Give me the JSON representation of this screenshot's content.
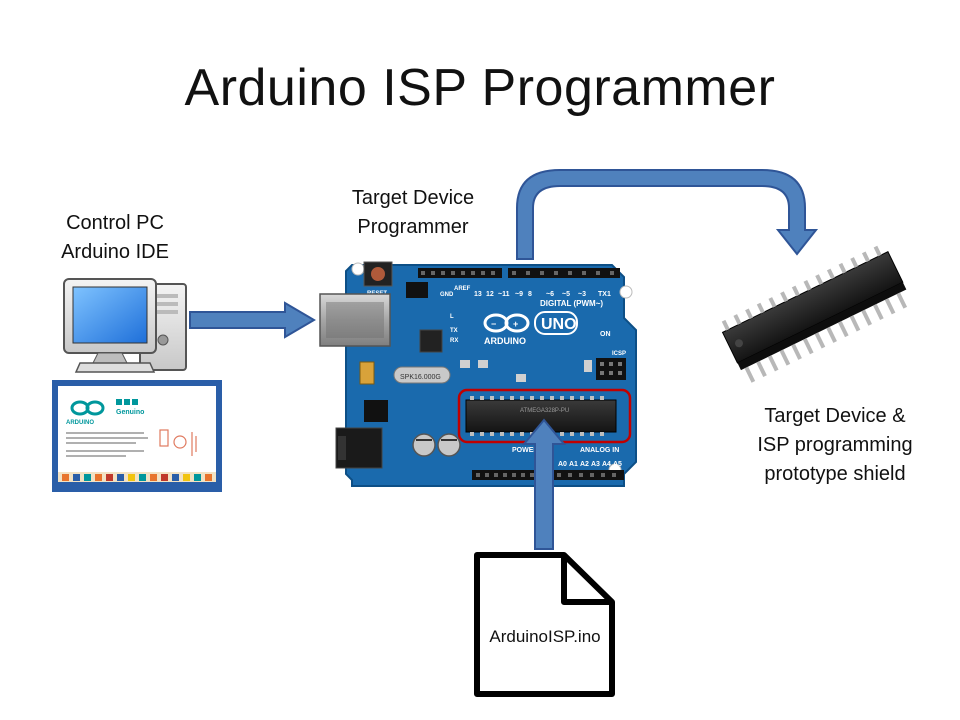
{
  "title": "Arduino ISP Programmer",
  "control_pc": {
    "line1": "Control PC",
    "line2": "Arduino IDE"
  },
  "programmer": {
    "line1": "Target Device",
    "line2": "Programmer"
  },
  "target": {
    "line1": "Target Device &",
    "line2": "ISP programming",
    "line3": "prototype shield"
  },
  "sketch_file": {
    "name": "ArduinoISP.ino"
  },
  "arduino_board": {
    "brand": "ARDUINO",
    "model": "UNO",
    "digital_label": "DIGITAL (PWM~)",
    "analog_label": "ANALOG IN",
    "power_label": "POWER",
    "reset_label": "RESET",
    "icsp_label": "ICSP",
    "crystal": "SPK16.000G",
    "on_label": "ON",
    "tx_label": "TX",
    "rx_label": "RX",
    "l_label": "L",
    "aref_label": "AREF",
    "gnd_label": "GND",
    "chip_marking": "ATMEGA328P-PU"
  },
  "ide_splash": {
    "brand": "ARDUINO",
    "sub_brand": "Genuino"
  },
  "colors": {
    "arrow_fill": "#4f81bd",
    "arrow_stroke": "#2f5597",
    "board_blue": "#1a6aad",
    "highlight_red": "#c00000",
    "chip_black": "#1e1e1e"
  }
}
